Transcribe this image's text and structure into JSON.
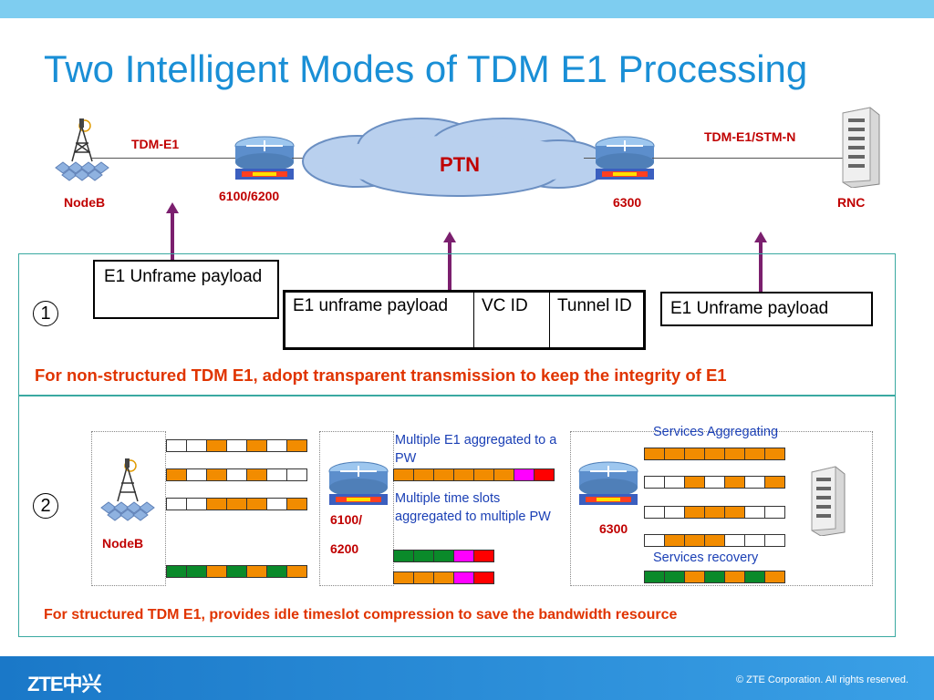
{
  "title": "Two Intelligent Modes of TDM E1 Processing",
  "top": {
    "nodeb_label": "NodeB",
    "tdm_e1_label": "TDM-E1",
    "router_left_label": "6100/6200",
    "ptn_label": "PTN",
    "router_right_label": "6300",
    "tdm_stm_label": "TDM-E1/STM-N",
    "rnc_label": "RNC"
  },
  "mode1": {
    "number": "1",
    "left_box": "E1 Unframe payload",
    "table": {
      "cells": [
        "E1 unframe payload",
        "VC ID",
        "Tunnel ID"
      ]
    },
    "right_box": "E1 Unframe payload",
    "note": "For non-structured TDM E1, adopt transparent transmission to keep the integrity of E1"
  },
  "mode2": {
    "number": "2",
    "nodeb_label": "NodeB",
    "router_left_label_1": "6100/",
    "router_left_label_2": "6200",
    "router_right_label": "6300",
    "agg_pw_text": "Multiple E1 aggregated to a PW",
    "multi_pw_text": "Multiple time slots aggregated to multiple PW",
    "services_aggregating": "Services Aggregating",
    "services_recovery": "Services recovery",
    "note": "For structured TDM E1, provides idle timeslot compression to save the bandwidth resource",
    "left_rows": [
      [
        "w",
        "w",
        "o",
        "w",
        "o",
        "w",
        "o"
      ],
      [
        "o",
        "w",
        "o",
        "w",
        "o",
        "w",
        "w"
      ],
      [
        "w",
        "w",
        "o",
        "o",
        "o",
        "w",
        "o"
      ],
      [
        "g",
        "g",
        "o",
        "g",
        "o",
        "g",
        "o"
      ]
    ],
    "pw_row": [
      "o",
      "o",
      "o",
      "o",
      "o",
      "o",
      "m",
      "r"
    ],
    "pw_rows_small": [
      [
        "g",
        "g",
        "g",
        "m",
        "r"
      ],
      [
        "o",
        "o",
        "o",
        "m",
        "r"
      ]
    ],
    "right_rows": [
      [
        "o",
        "o",
        "o",
        "o",
        "o",
        "o",
        "o"
      ],
      [
        "w",
        "w",
        "o",
        "w",
        "o",
        "w",
        "o"
      ],
      [
        "w",
        "w",
        "o",
        "o",
        "o",
        "w",
        "w"
      ],
      [
        "w",
        "o",
        "o",
        "o",
        "w",
        "w",
        "w"
      ],
      [
        "g",
        "g",
        "o",
        "g",
        "o",
        "g",
        "o"
      ]
    ]
  },
  "colors": {
    "o": "#f28c00",
    "w": "#ffffff",
    "g": "#0a8a2a",
    "m": "#ff00ff",
    "r": "#ff0000"
  },
  "footer": {
    "logo": "ZTE中兴",
    "copyright": "© ZTE Corporation. All rights reserved."
  }
}
